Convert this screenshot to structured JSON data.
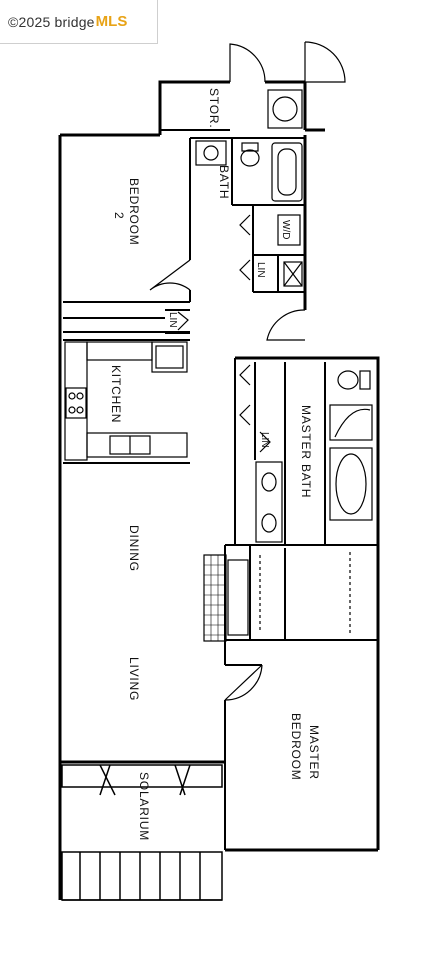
{
  "watermark": {
    "copyright": "©2025 bridge",
    "brand": "MLS"
  },
  "rooms": {
    "storage": "STOR.",
    "bath": "BATH",
    "bedroom2_line1": "BEDROOM",
    "bedroom2_line2": "2",
    "washer_dryer": "W/D",
    "linen_1": "LIN",
    "linen_2": "LIN",
    "linen_3": "LIN",
    "kitchen": "KITCHEN",
    "master_bath": "MASTER BATH",
    "dining": "DINING",
    "living": "LIVING",
    "master_bedroom_line1": "MASTER",
    "master_bedroom_line2": "BEDROOM",
    "solarium": "SOLARIUM"
  }
}
